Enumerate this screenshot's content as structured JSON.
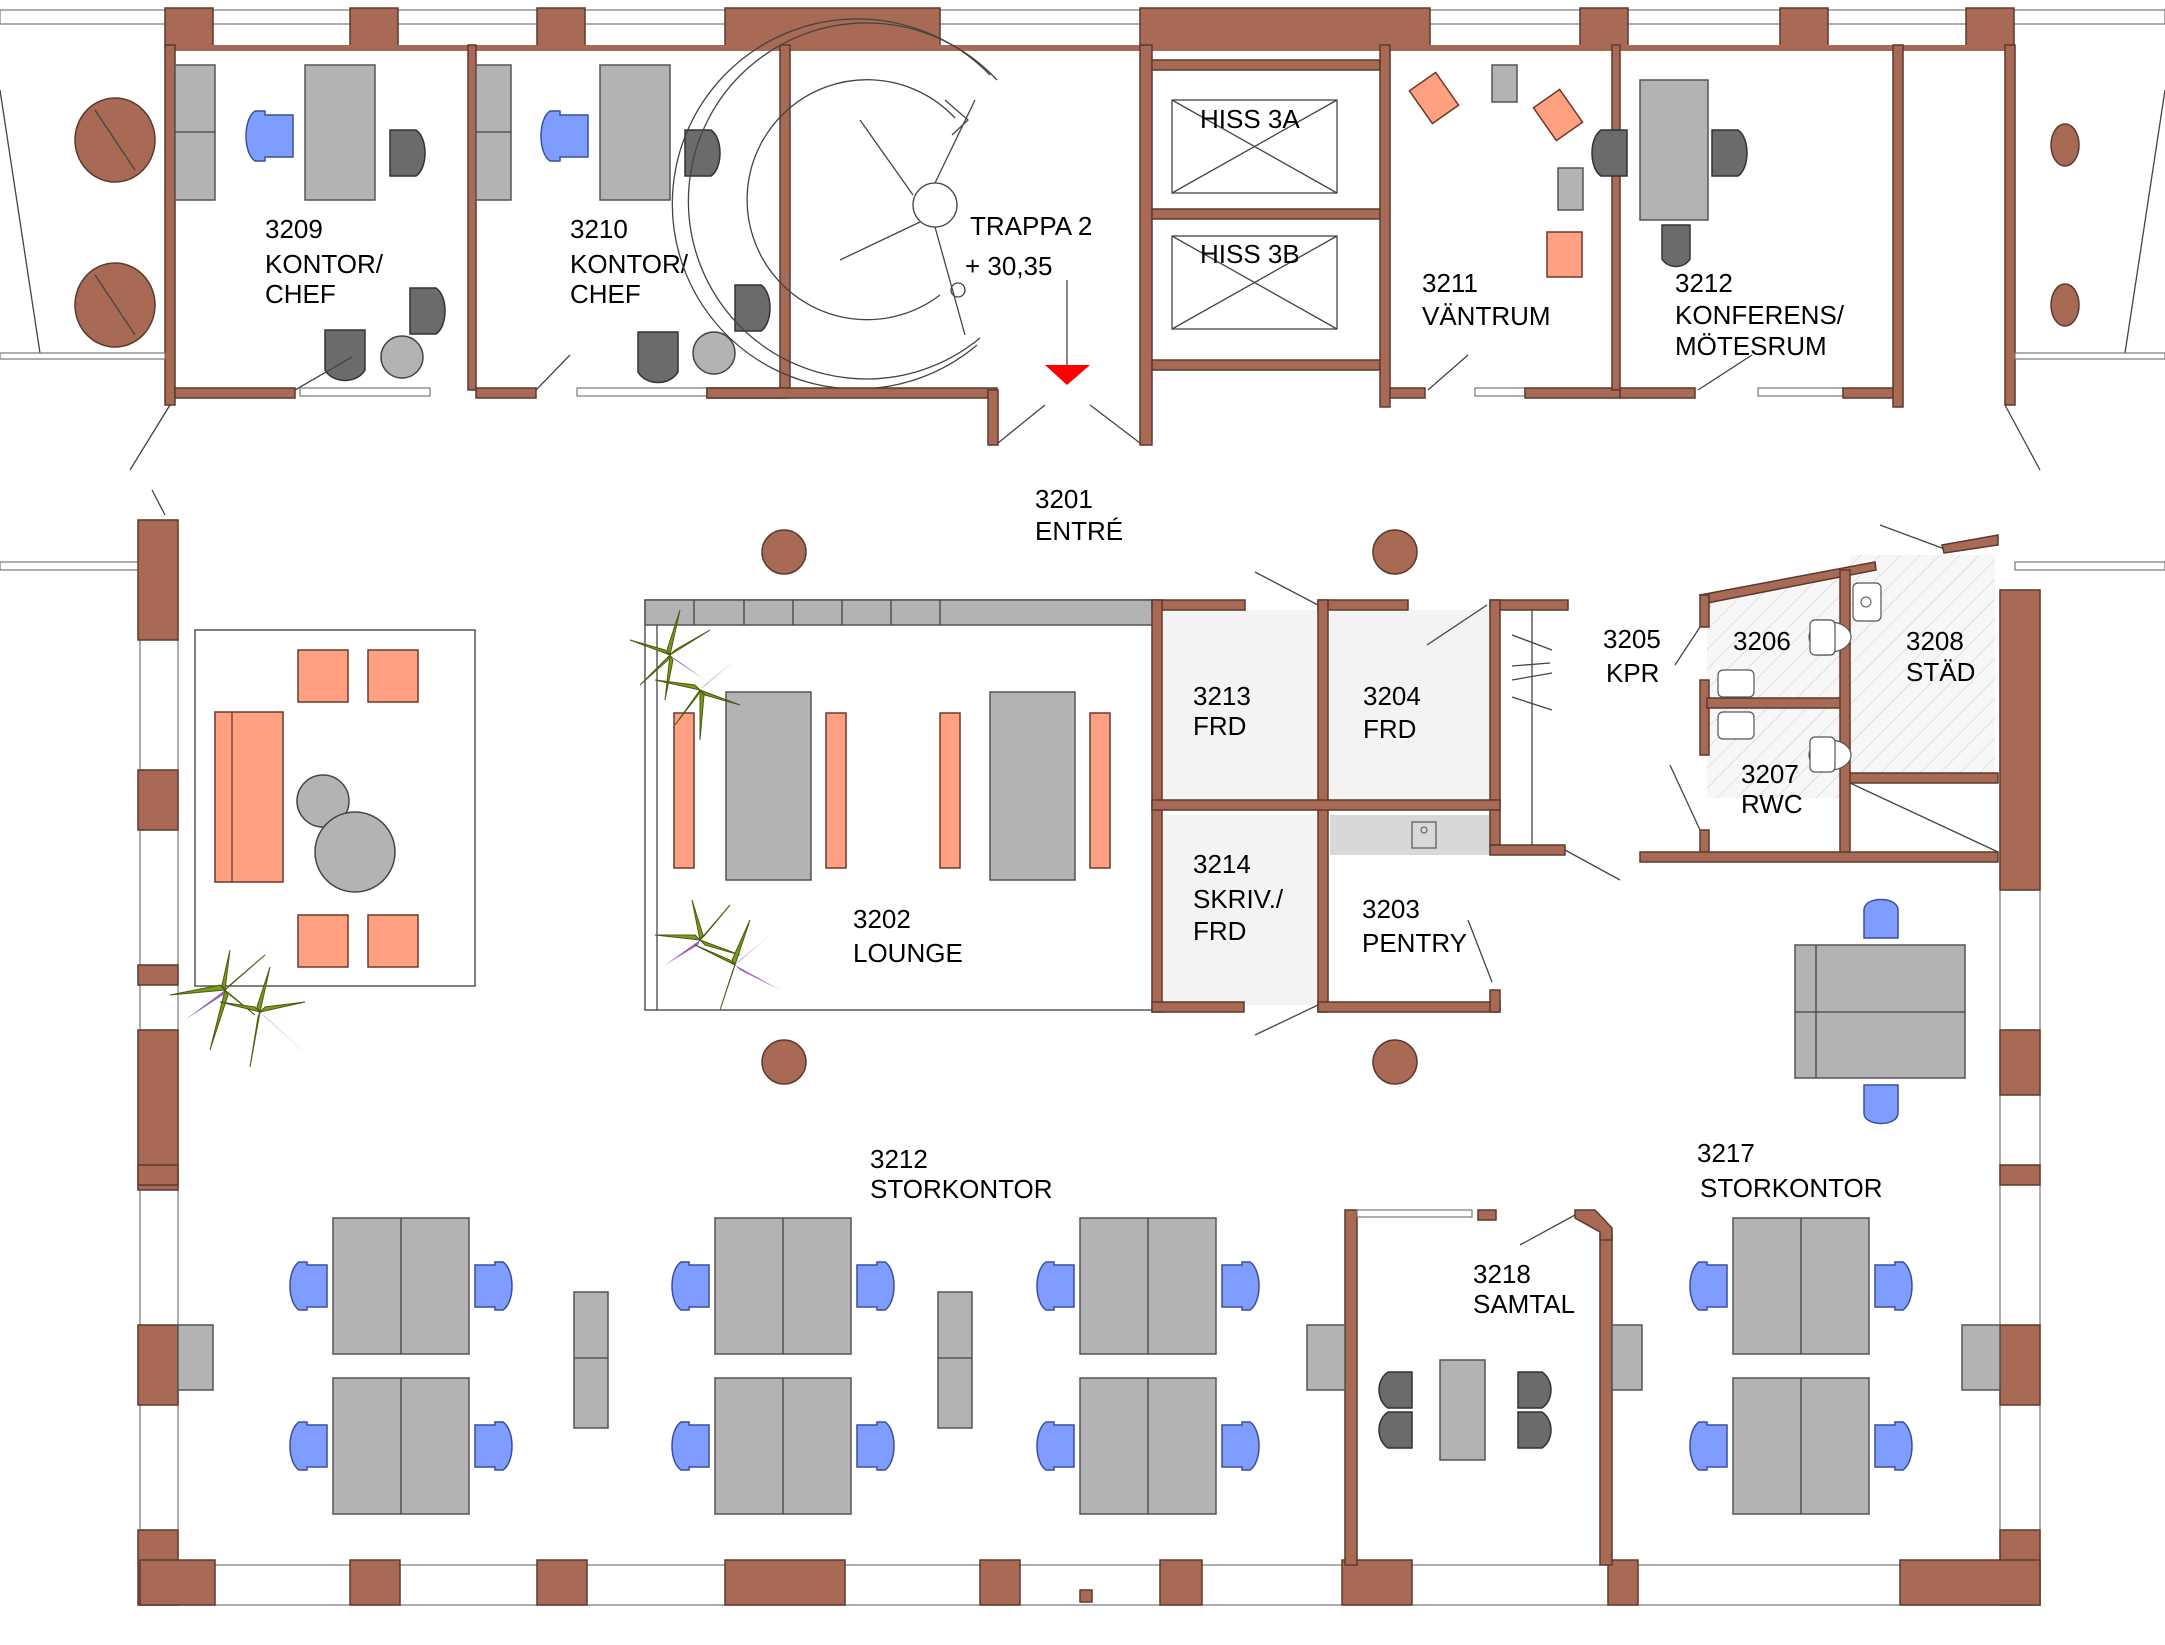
{
  "plan": {
    "title": "Floor plan – level 3",
    "colors": {
      "wall": "#a86a55",
      "desk": "#b3b3b3",
      "chair_blue": "#7f9dff",
      "chair_dark": "#6b6b6b",
      "sofa": "#ffa080",
      "entrance_marker": "#ff0000"
    }
  },
  "rooms": {
    "r3209": {
      "number": "3209",
      "name_1": "KONTOR/",
      "name_2": "CHEF"
    },
    "r3210": {
      "number": "3210",
      "name_1": "KONTOR/",
      "name_2": "CHEF"
    },
    "stair": {
      "name": "TRAPPA 2",
      "level": "+ 30,35"
    },
    "hiss3a": {
      "name": "HISS 3A"
    },
    "hiss3b": {
      "name": "HISS 3B"
    },
    "r3211": {
      "number": "3211",
      "name_1": "VÄNTRUM"
    },
    "r3212c": {
      "number": "3212",
      "name_1": "KONFERENS/",
      "name_2": "MÖTESRUM"
    },
    "r3201": {
      "number": "3201",
      "name_1": "ENTRÉ"
    },
    "r3202": {
      "number": "3202",
      "name_1": "LOUNGE"
    },
    "r3213": {
      "number": "3213",
      "name_1": "FRD"
    },
    "r3204": {
      "number": "3204",
      "name_1": "FRD"
    },
    "r3214": {
      "number": "3214",
      "name_1": "SKRIV./",
      "name_2": "FRD"
    },
    "r3203": {
      "number": "3203",
      "name_1": "PENTRY"
    },
    "r3205": {
      "number": "3205",
      "name_1": "KPR"
    },
    "r3206": {
      "number": "3206"
    },
    "r3207": {
      "number": "3207",
      "name_1": "RWC"
    },
    "r3208": {
      "number": "3208",
      "name_1": "STÄD"
    },
    "r3212s": {
      "number": "3212",
      "name_1": "STORKONTOR"
    },
    "r3218": {
      "number": "3218",
      "name_1": "SAMTAL"
    },
    "r3217": {
      "number": "3217",
      "name_1": "STORKONTOR"
    }
  }
}
